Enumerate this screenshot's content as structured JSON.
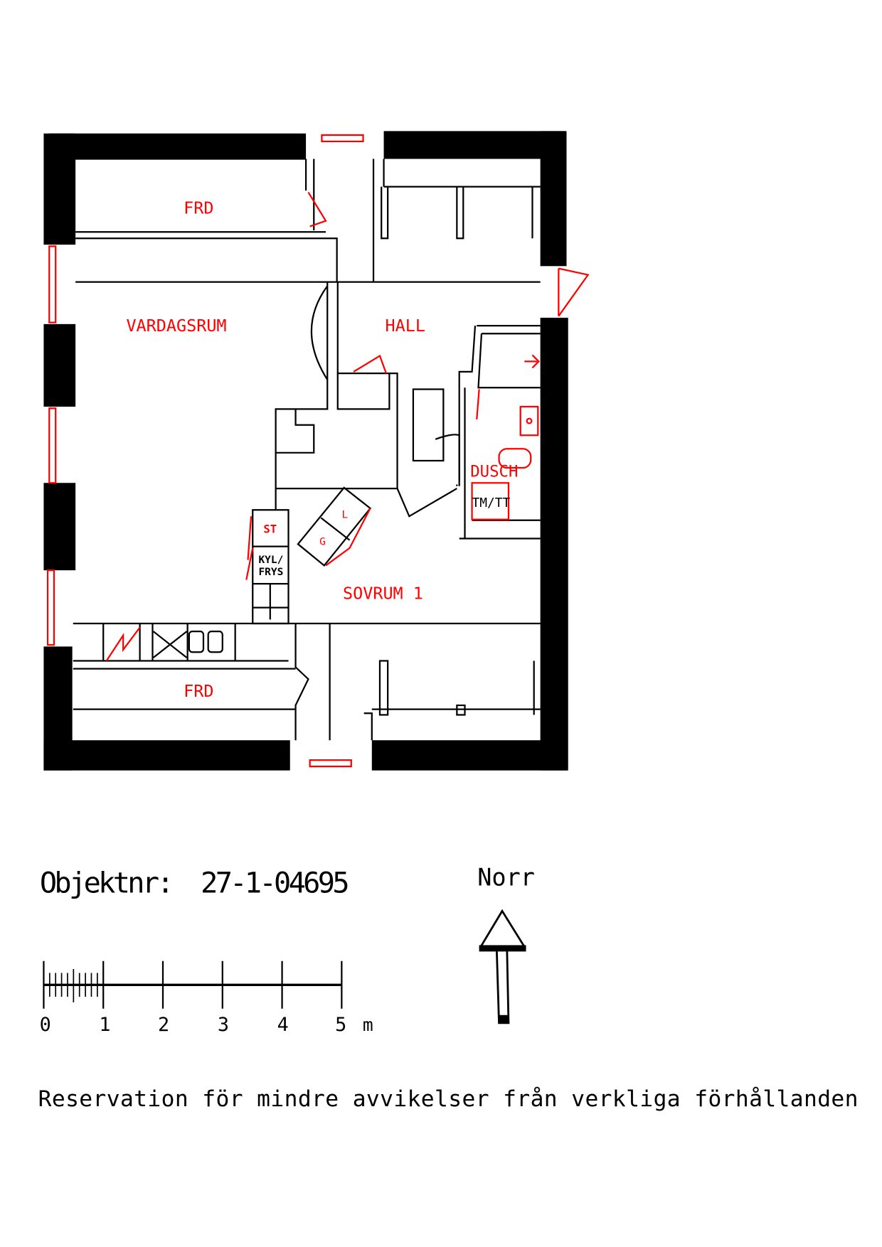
{
  "colors": {
    "walls": "#000000",
    "labels": "#ff0000",
    "background": "#ffffff"
  },
  "rooms": {
    "frd_top": "FRD",
    "vardagsrum": "VARDAGSRUM",
    "hall": "HALL",
    "dusch": "DUSCH",
    "tmtt": "TM/TT",
    "st": "ST",
    "kyl_line1": "KYL/",
    "kyl_line2": "FRYS",
    "l": "L",
    "g": "G",
    "sovrum": "SOVRUM 1",
    "frd_bottom": "FRD"
  },
  "objekt": "Objektnr:  27-1-04695",
  "north": {
    "label": "Norr",
    "icon": "north-arrow-icon"
  },
  "scale": {
    "ticks": [
      "0",
      "1",
      "2",
      "3",
      "4",
      "5"
    ],
    "unit": "m"
  },
  "disclaimer": "Reservation för mindre avvikelser från verkliga förhållanden"
}
